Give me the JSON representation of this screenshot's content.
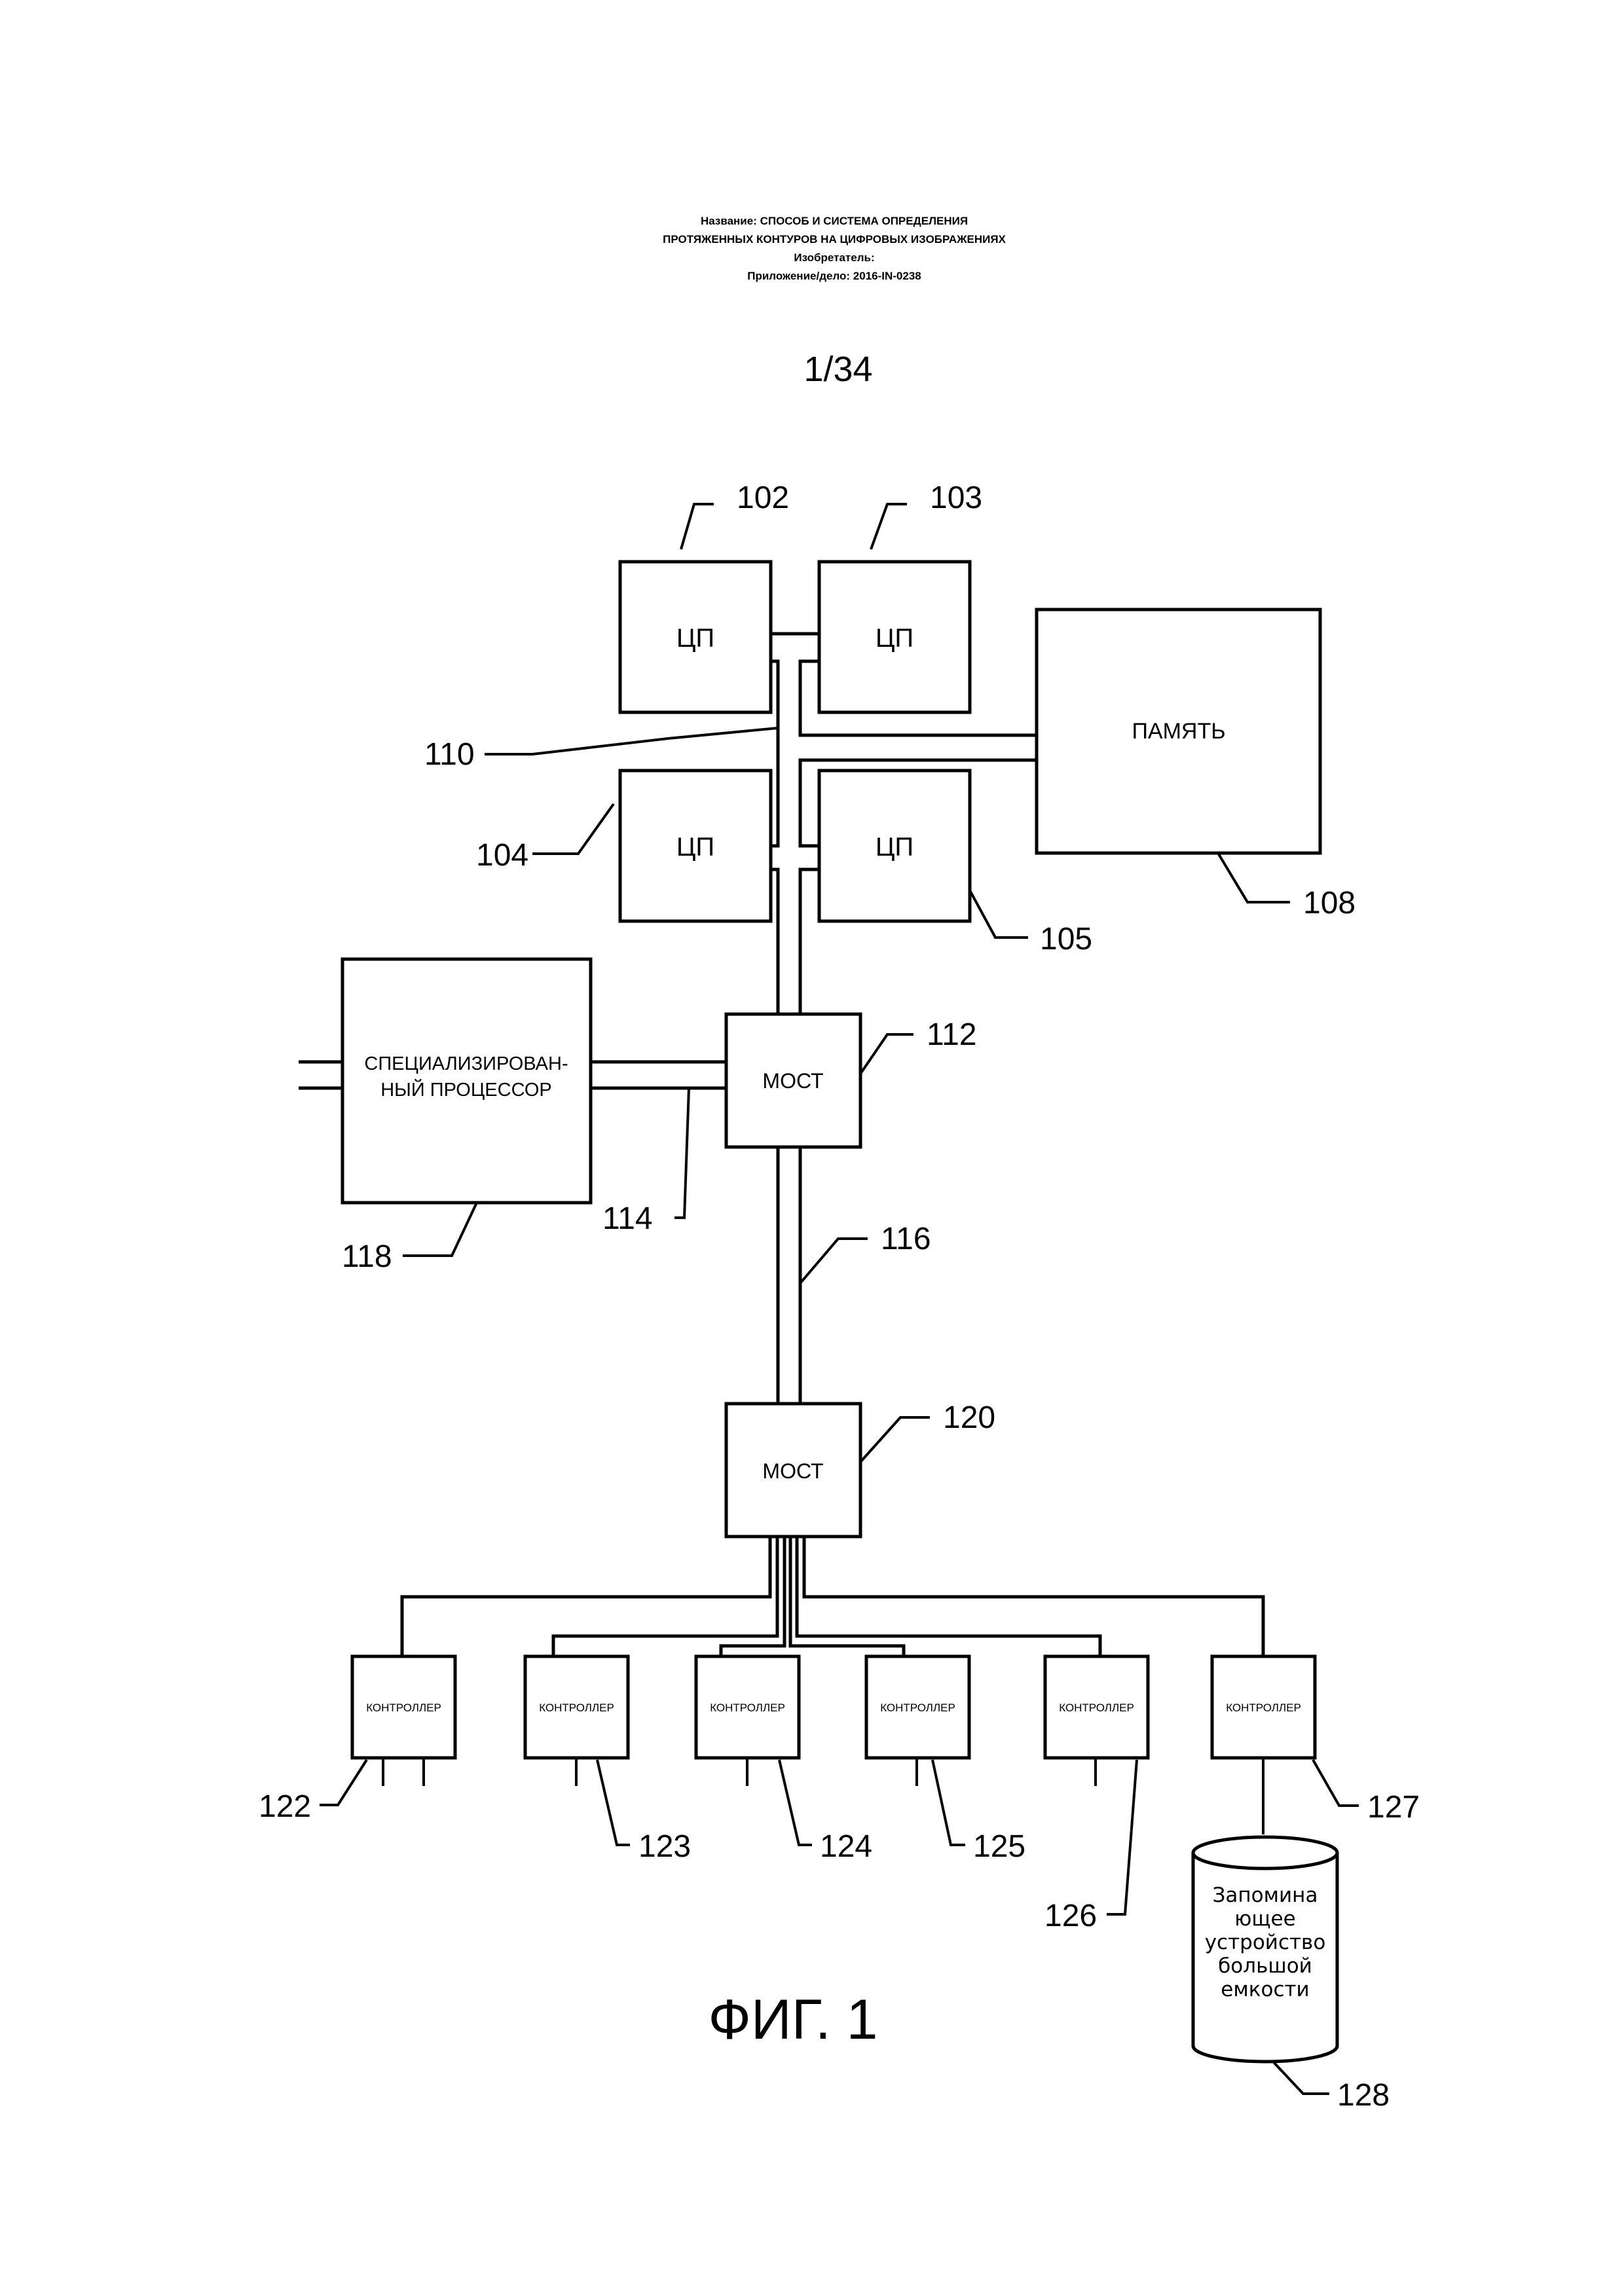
{
  "header": {
    "line1": "Название:  СПОСОБ И СИСТЕМА ОПРЕДЕЛЕНИЯ",
    "line2": "ПРОТЯЖЕННЫХ КОНТУРОВ НА ЦИФРОВЫХ ИЗОБРАЖЕНИЯХ",
    "line3": "Изобретатель:",
    "line4": "Приложение/дело:  2016-IN-0238"
  },
  "page_number": "1/34",
  "figure_caption": "ФИГ. 1",
  "components": {
    "cpu_102": {
      "label": "ЦП",
      "ref": "102"
    },
    "cpu_103": {
      "label": "ЦП",
      "ref": "103"
    },
    "cpu_104": {
      "label": "ЦП",
      "ref": "104"
    },
    "cpu_105": {
      "label": "ЦП",
      "ref": "105"
    },
    "memory_108": {
      "label": "ПАМЯТЬ",
      "ref": "108"
    },
    "bus_110": {
      "ref": "110"
    },
    "bridge_112": {
      "label": "МОСТ",
      "ref": "112"
    },
    "bus_114": {
      "ref": "114"
    },
    "bus_116": {
      "ref": "116"
    },
    "special_processor_118": {
      "label_line1": "СПЕЦИАЛИЗИРОВАН-",
      "label_line2": "НЫЙ ПРОЦЕССОР",
      "ref": "118"
    },
    "bridge_120": {
      "label": "МОСТ",
      "ref": "120"
    },
    "controllers": [
      {
        "label": "КОНТРОЛЛЕР",
        "ref": "122"
      },
      {
        "label": "КОНТРОЛЛЕР",
        "ref": "123"
      },
      {
        "label": "КОНТРОЛЛЕР",
        "ref": "124"
      },
      {
        "label": "КОНТРОЛЛЕР",
        "ref": "125"
      },
      {
        "label": "КОНТРОЛЛЕР",
        "ref": "126"
      },
      {
        "label": "КОНТРОЛЛЕР",
        "ref": "127"
      }
    ],
    "storage_128": {
      "lines": [
        "Запомина",
        "ющее",
        "устройство",
        "большой",
        "емкости"
      ],
      "ref": "128"
    }
  }
}
